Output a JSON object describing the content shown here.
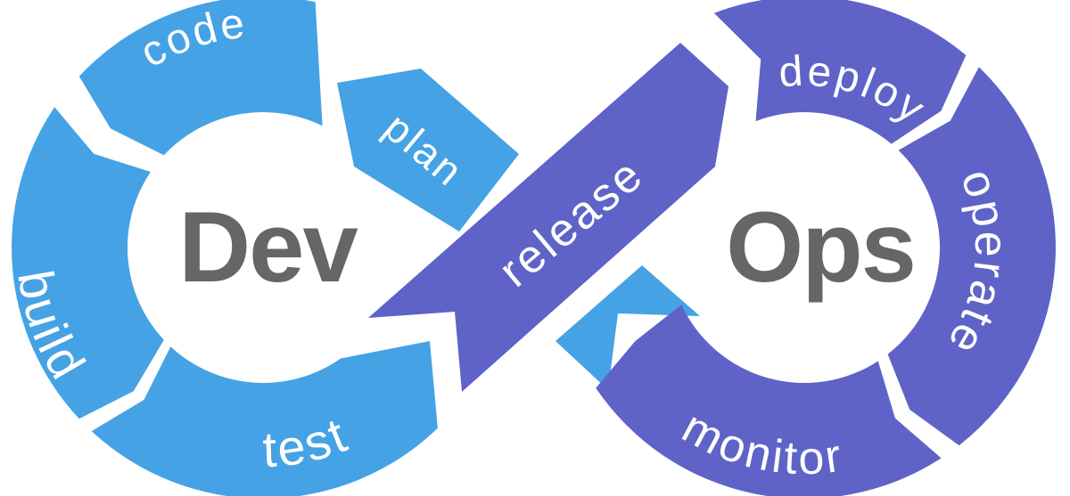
{
  "diagram": {
    "name": "DevOps infinity loop",
    "labels": {
      "dev": "Dev",
      "ops": "Ops",
      "plan": "plan",
      "code": "code",
      "build": "build",
      "test": "test",
      "release": "release",
      "deploy": "deploy",
      "operate": "operate",
      "monitor": "monitor"
    },
    "colors": {
      "dev_loop": "#45A2E5",
      "ops_loop": "#5F63C7",
      "loop_title_text": "#666666",
      "stage_label_text": "#FFFFFF",
      "background": "#FFFFFF"
    },
    "loops": {
      "dev_stages": [
        "plan",
        "code",
        "build",
        "test"
      ],
      "ops_stages": [
        "release",
        "deploy",
        "operate",
        "monitor"
      ]
    }
  }
}
